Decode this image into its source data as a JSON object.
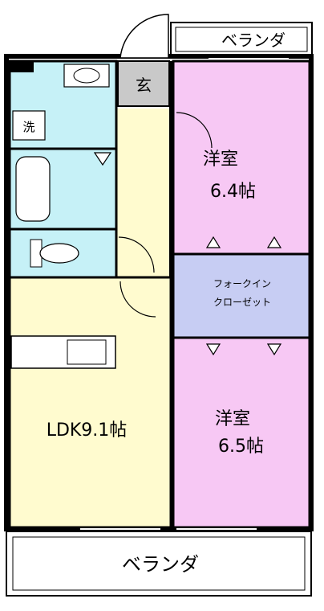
{
  "rooms": {
    "balcony_top": "ベランダ",
    "entrance": "玄",
    "washer": "洗",
    "bedroom1_name": "洋室",
    "bedroom1_size": "6.4帖",
    "closet_line1": "フォークイン",
    "closet_line2": "クローゼット",
    "bedroom2_name": "洋室",
    "bedroom2_size": "6.5帖",
    "ldk": "LDK9.1帖",
    "balcony_bottom": "ベランダ"
  },
  "colors": {
    "wall": "#000000",
    "bedroom": "#f7c8f4",
    "closet": "#c7cdf3",
    "ldk": "#fffbcf",
    "wet_area": "#c6f1f7",
    "entrance": "#c9c9c9",
    "balcony": "#ffffff"
  }
}
